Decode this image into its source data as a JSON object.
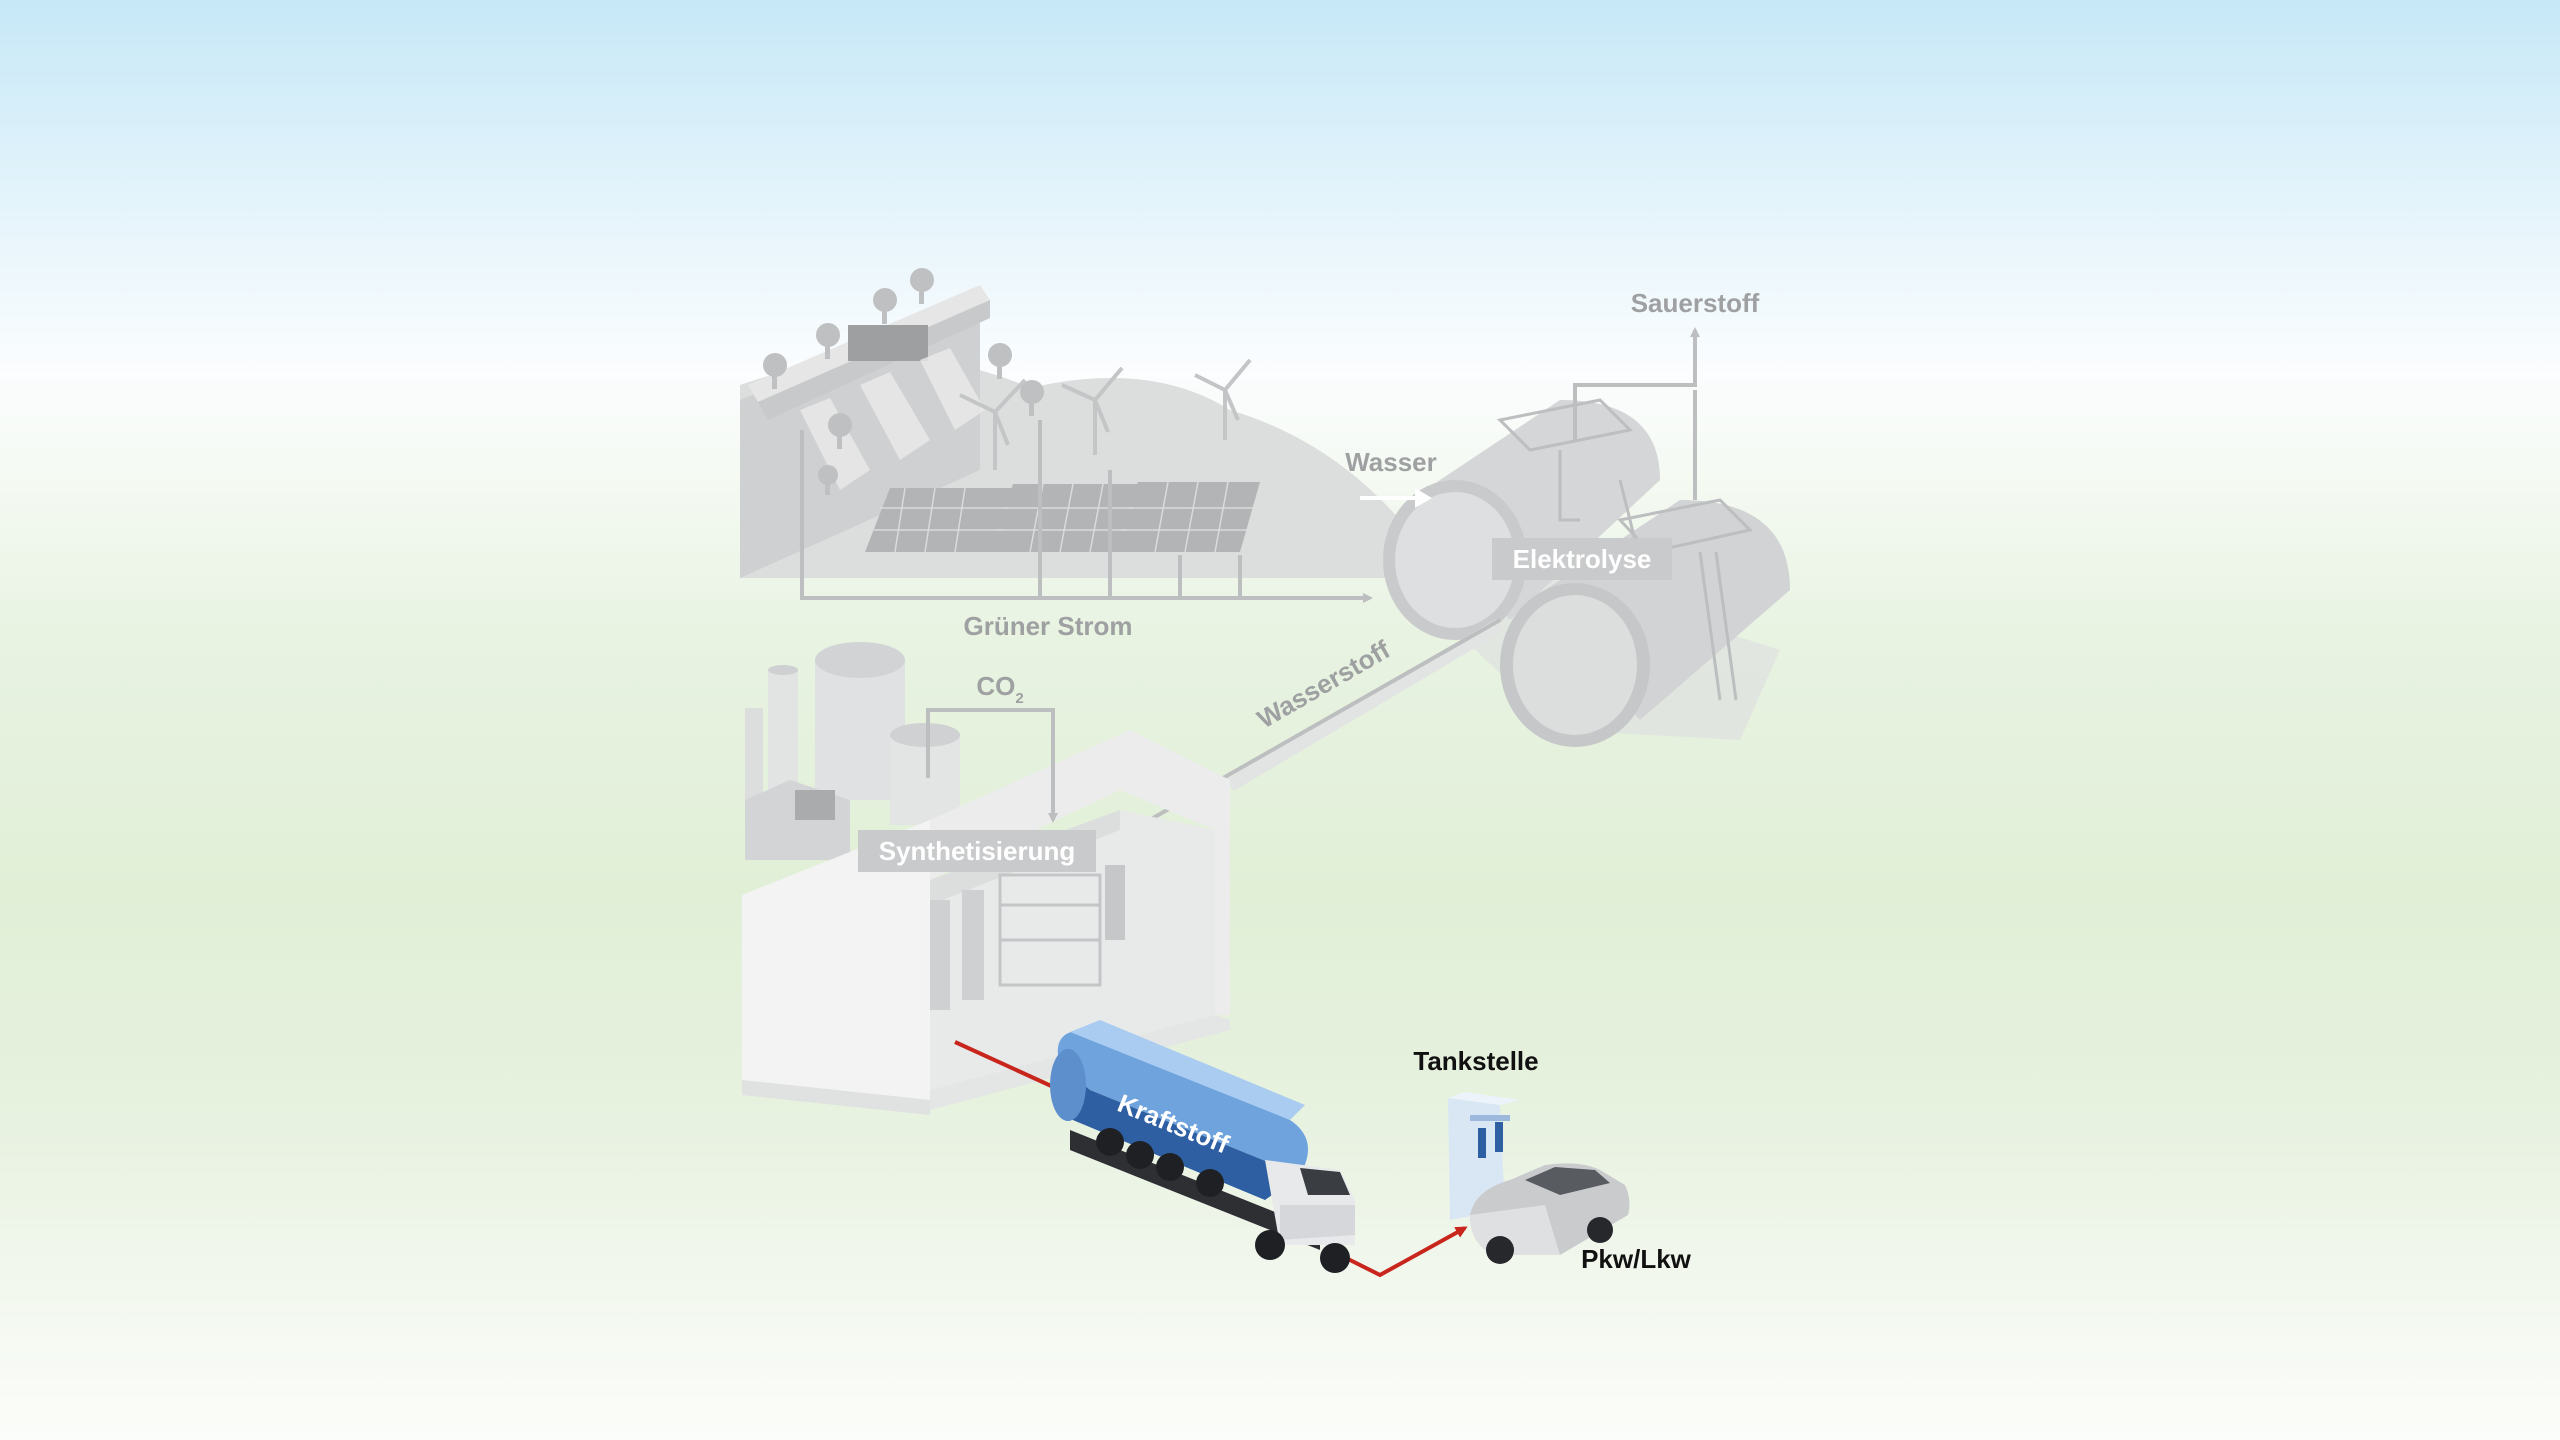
{
  "labels": {
    "sauerstoff": "Sauerstoff",
    "wasser": "Wasser",
    "elektrolyse": "Elektrolyse",
    "gruener_strom": "Grüner Strom",
    "wasserstoff": "Wasserstoff",
    "co2_main": "CO",
    "co2_sub": "2",
    "synthetisierung": "Synthetisierung",
    "kraftstoff": "Kraftstoff",
    "tankstelle": "Tankstelle",
    "pkw_lkw": "Pkw/Lkw"
  },
  "colors": {
    "greyed_structure": "#d6d7d8",
    "greyed_arrow": "#bdbebf",
    "label_box": "#c9cacb",
    "active_arrow": "#c8261d",
    "truck_tank": "#8fb8e6",
    "truck_band": "#2e5fa3"
  }
}
